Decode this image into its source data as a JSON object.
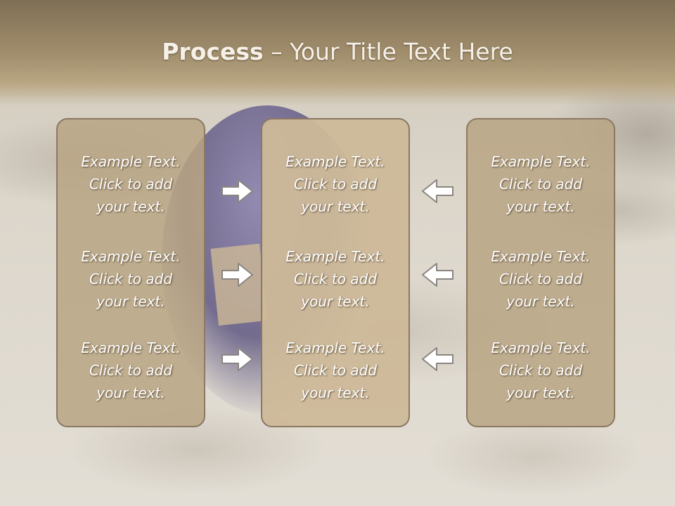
{
  "title": {
    "bold": "Process",
    "separator": " – ",
    "rest": "Your Title Text Here"
  },
  "columns": [
    {
      "items": [
        {
          "lines": [
            "Example Text.",
            "Click  to add",
            "your text."
          ]
        },
        {
          "lines": [
            "Example Text.",
            "Click  to add",
            "your text."
          ]
        },
        {
          "lines": [
            "Example Text.",
            "Click  to add",
            "your text."
          ]
        }
      ]
    },
    {
      "items": [
        {
          "lines": [
            "Example Text.",
            "Click  to add",
            "your text."
          ]
        },
        {
          "lines": [
            "Example Text.",
            "Click  to add",
            "your text."
          ]
        },
        {
          "lines": [
            "Example Text.",
            "Click  to add",
            "your text."
          ]
        }
      ]
    },
    {
      "items": [
        {
          "lines": [
            "Example Text.",
            "Click  to add",
            "your text."
          ]
        },
        {
          "lines": [
            "Example Text.",
            "Click  to add",
            "your text."
          ]
        },
        {
          "lines": [
            "Example Text.",
            "Click  to add",
            "your text."
          ]
        }
      ]
    }
  ],
  "arrows": {
    "left_group": "arrow-right-icon",
    "right_group": "arrow-left-icon"
  },
  "colors": {
    "header": "#a08d6c",
    "box": "#b8a484",
    "box_border": "#8a7862",
    "text": "#ffffff",
    "arrow_fill": "#ffffff",
    "arrow_stroke": "#8a8580"
  }
}
